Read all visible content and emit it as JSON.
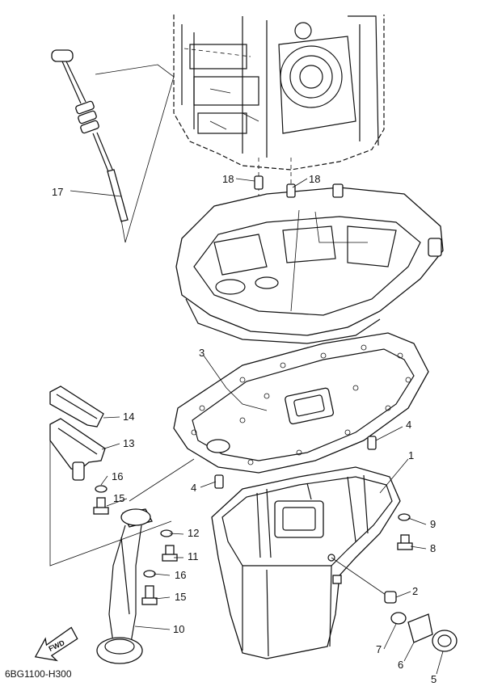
{
  "diagram_code": "6BG1100-H300",
  "fwd_label": "FWD",
  "callouts": {
    "c1": "1",
    "c2": "2",
    "c3": "3",
    "c4a": "4",
    "c4b": "4",
    "c5": "5",
    "c6": "6",
    "c7": "7",
    "c8": "8",
    "c9": "9",
    "c10": "10",
    "c11": "11",
    "c12": "12",
    "c13": "13",
    "c14": "14",
    "c15a": "15",
    "c15b": "15",
    "c16a": "16",
    "c16b": "16",
    "c17": "17",
    "c18a": "18",
    "c18b": "18"
  }
}
